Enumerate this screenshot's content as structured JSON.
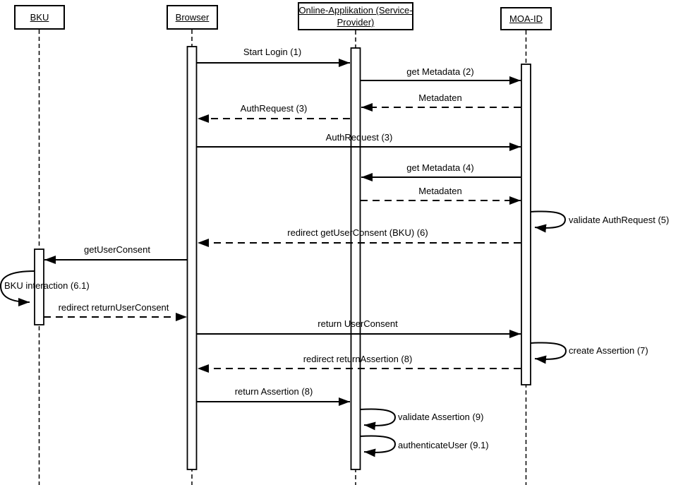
{
  "diagram": {
    "type": "uml-sequence-diagram",
    "colors": {
      "line": "#000000",
      "background": "#ffffff",
      "text": "#000000"
    },
    "actors": [
      {
        "id": "bku",
        "label": "BKU",
        "lines": [
          "BKU"
        ]
      },
      {
        "id": "browser",
        "label": "Browser",
        "lines": [
          "Browser"
        ]
      },
      {
        "id": "sp",
        "label": "Online-Applikation (Service-Provider)",
        "lines": [
          "Online-Applikation (Service-",
          "Provider)"
        ]
      },
      {
        "id": "moa",
        "label": "MOA-ID",
        "lines": [
          "MOA-ID"
        ]
      }
    ],
    "messages": [
      {
        "label": "Start Login (1)",
        "from": "Browser",
        "to": "Online-Applikation (Service-Provider)",
        "style": "solid"
      },
      {
        "label": "get Metadata (2)",
        "from": "Online-Applikation (Service-Provider)",
        "to": "MOA-ID",
        "style": "solid"
      },
      {
        "label": "Metadaten",
        "from": "MOA-ID",
        "to": "Online-Applikation (Service-Provider)",
        "style": "dashed"
      },
      {
        "label": "AuthRequest (3)",
        "from": "Online-Applikation (Service-Provider)",
        "to": "Browser",
        "style": "dashed"
      },
      {
        "label": "AuthRequest (3)",
        "from": "Browser",
        "to": "MOA-ID",
        "style": "solid"
      },
      {
        "label": "get Metadata (4)",
        "from": "MOA-ID",
        "to": "Online-Applikation (Service-Provider)",
        "style": "solid"
      },
      {
        "label": "Metadaten",
        "from": "Online-Applikation (Service-Provider)",
        "to": "MOA-ID",
        "style": "dashed"
      },
      {
        "label": "validate AuthRequest (5)",
        "from": "MOA-ID",
        "to": "MOA-ID",
        "style": "self"
      },
      {
        "label": "redirect getUserConsent (BKU) (6)",
        "from": "MOA-ID",
        "to": "Browser",
        "style": "dashed"
      },
      {
        "label": "getUserConsent",
        "from": "Browser",
        "to": "BKU",
        "style": "solid"
      },
      {
        "label": "BKU interaction (6.1)",
        "from": "BKU",
        "to": "BKU",
        "style": "self"
      },
      {
        "label": "redirect returnUserConsent",
        "from": "BKU",
        "to": "Browser",
        "style": "dashed"
      },
      {
        "label": "return UserConsent",
        "from": "Browser",
        "to": "MOA-ID",
        "style": "solid"
      },
      {
        "label": "create Assertion (7)",
        "from": "MOA-ID",
        "to": "MOA-ID",
        "style": "self"
      },
      {
        "label": "redirect returnAssertion (8)",
        "from": "MOA-ID",
        "to": "Browser",
        "style": "dashed"
      },
      {
        "label": "return Assertion (8)",
        "from": "Browser",
        "to": "Online-Applikation (Service-Provider)",
        "style": "solid"
      },
      {
        "label": "validate Assertion (9)",
        "from": "Online-Applikation (Service-Provider)",
        "to": "Online-Applikation (Service-Provider)",
        "style": "self"
      },
      {
        "label": "authenticateUser (9.1)",
        "from": "Online-Applikation (Service-Provider)",
        "to": "Online-Applikation (Service-Provider)",
        "style": "self"
      }
    ]
  }
}
